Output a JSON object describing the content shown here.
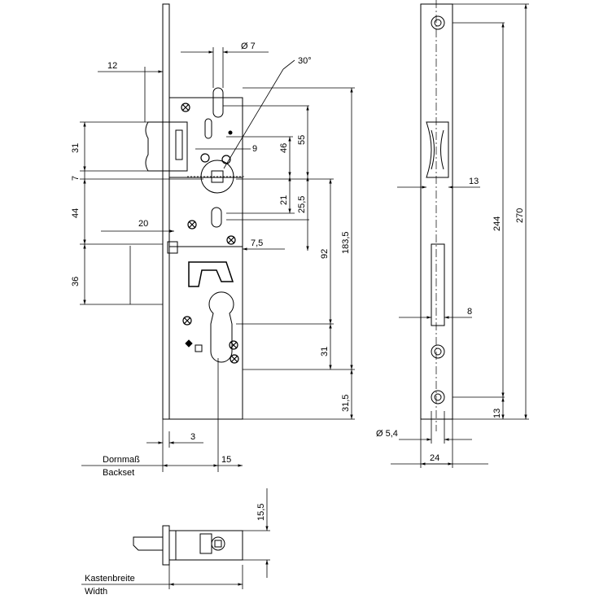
{
  "dimensions": {
    "d12": "12",
    "d7_dia": "Ø 7",
    "d30deg": "30°",
    "d31_top": "31",
    "d7": "7",
    "d44": "44",
    "d36": "36",
    "d20": "20",
    "d9": "9",
    "d46": "46",
    "d55": "55",
    "d21": "21",
    "d25_5": "25,5",
    "d7_5": "7,5",
    "d92": "92",
    "d183_5": "183,5",
    "d31_bottom": "31",
    "d31_5": "31,5",
    "d3": "3",
    "d15": "15",
    "d15_5": "15,5",
    "d13_top": "13",
    "d244": "244",
    "d270": "270",
    "d8": "8",
    "d13_bottom": "13",
    "d5_4_dia": "Ø 5,4",
    "d24": "24"
  },
  "labels": {
    "backset_de": "Dornmaß",
    "backset_en": "Backset",
    "width_de": "Kastenbreite",
    "width_en": "Width"
  }
}
